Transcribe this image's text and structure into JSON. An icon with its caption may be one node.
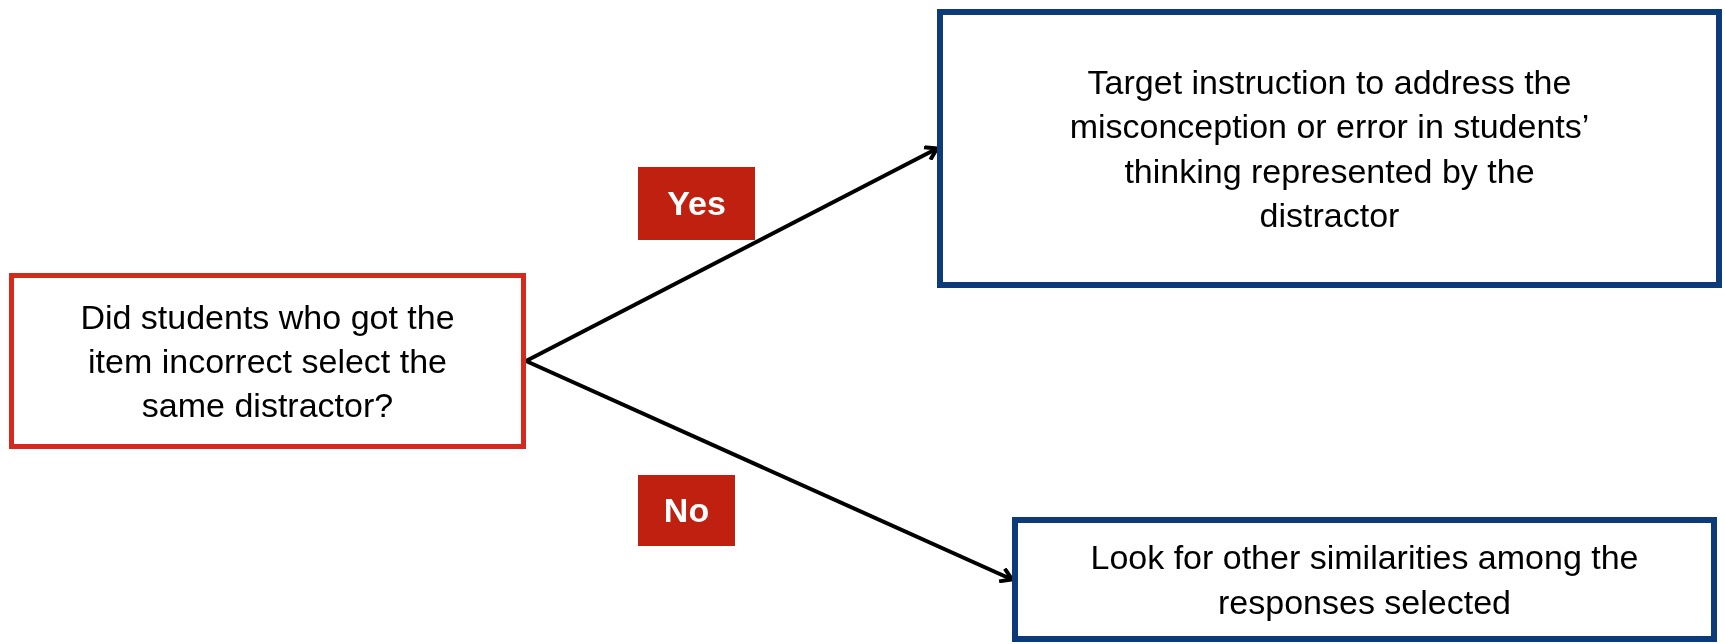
{
  "diagram": {
    "nodes": [
      {
        "text": [
          "Did students who got the item incorrect select the same distractor?"
        ]
      },
      {
        "text": [
          "Target instruction to address the misconception or error in students’ thinking represented by the distractor"
        ]
      },
      {
        "text": [
          "Look for other similarities among the responses selected"
        ]
      }
    ],
    "edges": [
      {
        "from": 0,
        "to": 1,
        "arrow": "to",
        "label": "Yes"
      },
      {
        "from": 0,
        "to": 2,
        "arrow": "to",
        "label": "No"
      }
    ]
  }
}
